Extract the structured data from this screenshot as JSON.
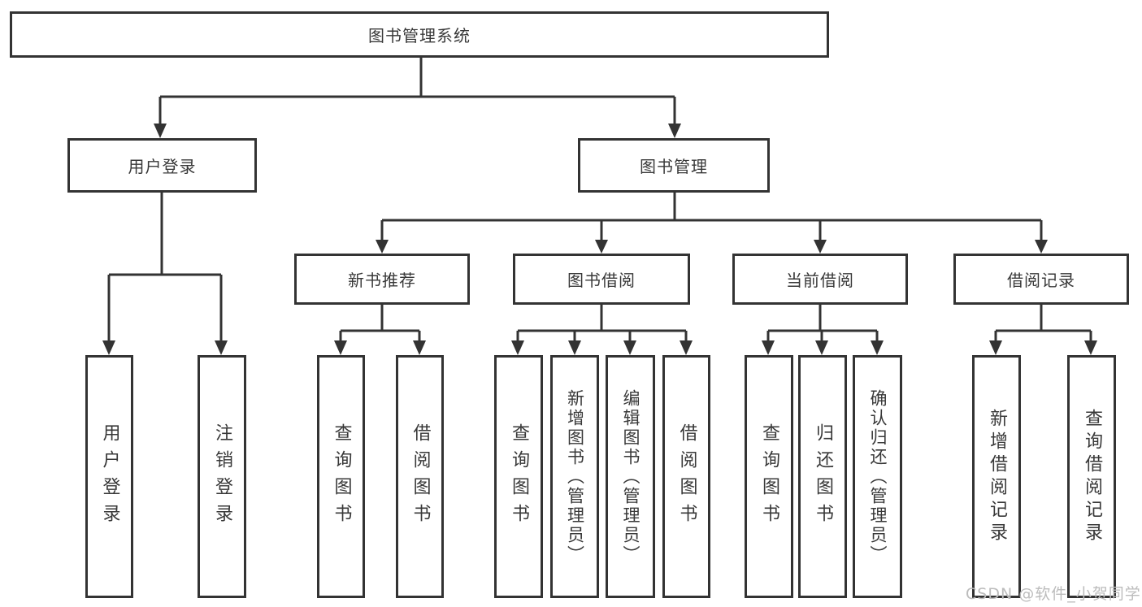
{
  "watermark": "CSDN @软件_小贺同学",
  "colors": {
    "line": "#333333",
    "box_border": "#333333",
    "text": "#383838",
    "watermark": "#bcbcbc",
    "background": "#ffffff"
  },
  "tree": {
    "root": "图书管理系统",
    "branches": [
      {
        "label": "用户登录",
        "children": [
          "用户登录",
          "注销登录"
        ]
      },
      {
        "label": "图书管理",
        "groups": [
          {
            "label": "新书推荐",
            "children": [
              "查询图书",
              "借阅图书"
            ]
          },
          {
            "label": "图书借阅",
            "children": [
              "查询图书",
              "新增图书（管理员）",
              "编辑图书（管理员）",
              "借阅图书"
            ]
          },
          {
            "label": "当前借阅",
            "children": [
              "查询图书",
              "归还图书",
              "确认归还（管理员）"
            ]
          },
          {
            "label": "借阅记录",
            "children": [
              "新增借阅记录",
              "查询借阅记录"
            ]
          }
        ]
      }
    ]
  }
}
